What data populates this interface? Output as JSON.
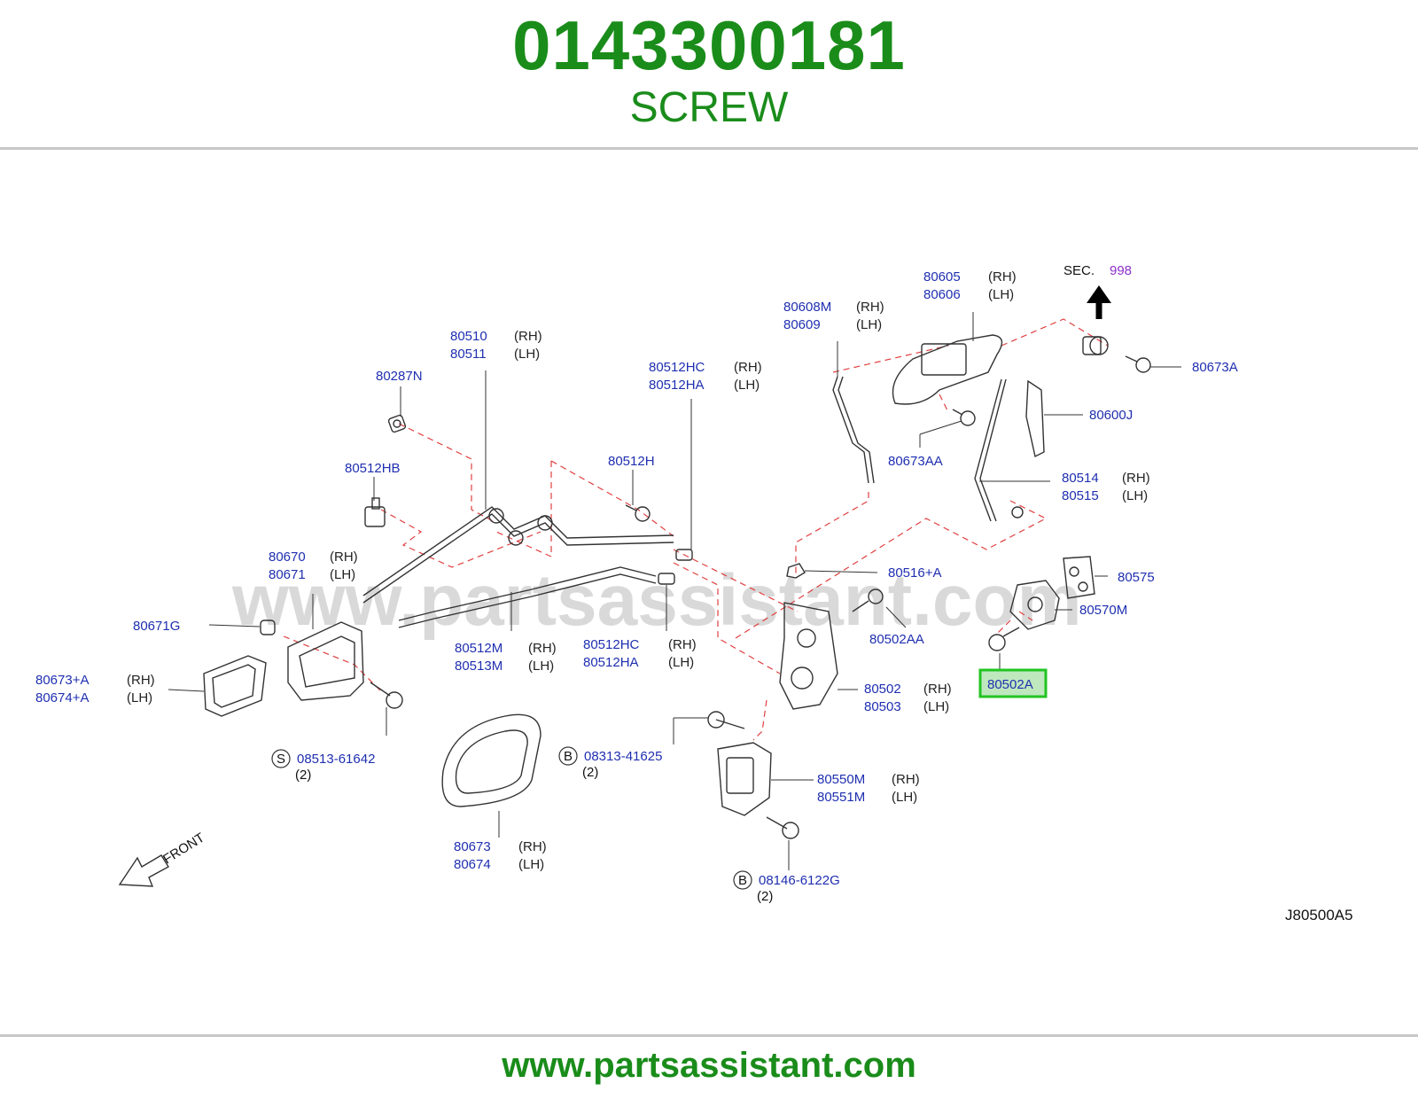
{
  "header": {
    "part_number": "0143300181",
    "part_name": "SCREW"
  },
  "footer": {
    "url": "www.partsassistant.com"
  },
  "diagram": {
    "watermark": "www.partsassistant.com",
    "code": "J80500A5",
    "front_label": "FRONT",
    "sec_label": "SEC.",
    "sec_number": "998",
    "highlight_color": "#22c422",
    "labels": {
      "l80510": "80510",
      "l80511": "80511",
      "l80287N": "80287N",
      "l80512HC_top": "80512HC",
      "l80512HA_top": "80512HA",
      "l80512HB": "80512HB",
      "l80512H": "80512H",
      "l80670": "80670",
      "l80671": "80671",
      "l80671G": "80671G",
      "l80673pA": "80673+A",
      "l80674pA": "80674+A",
      "l08513": "08513-61642",
      "l80512M": "80512M",
      "l80513M": "80513M",
      "l80512HC_bot": "80512HC",
      "l80512HA_bot": "80512HA",
      "l08313": "08313-41625",
      "l80673": "80673",
      "l80674": "80674",
      "l80608M": "80608M",
      "l80609": "80609",
      "l80605": "80605",
      "l80606": "80606",
      "l80673A": "80673A",
      "l80600J": "80600J",
      "l80673AA": "80673AA",
      "l80514": "80514",
      "l80515": "80515",
      "l80516pA": "80516+A",
      "l80502AA": "80502AA",
      "l80575": "80575",
      "l80570M": "80570M",
      "l80502A": "80502A",
      "l80502": "80502",
      "l80503": "80503",
      "l80550M": "80550M",
      "l80551M": "80551M",
      "l08146": "08146-6122G"
    },
    "rh": "(RH)",
    "lh": "(LH)",
    "qty2": "(2)",
    "circ_s": "S",
    "circ_b": "B"
  }
}
